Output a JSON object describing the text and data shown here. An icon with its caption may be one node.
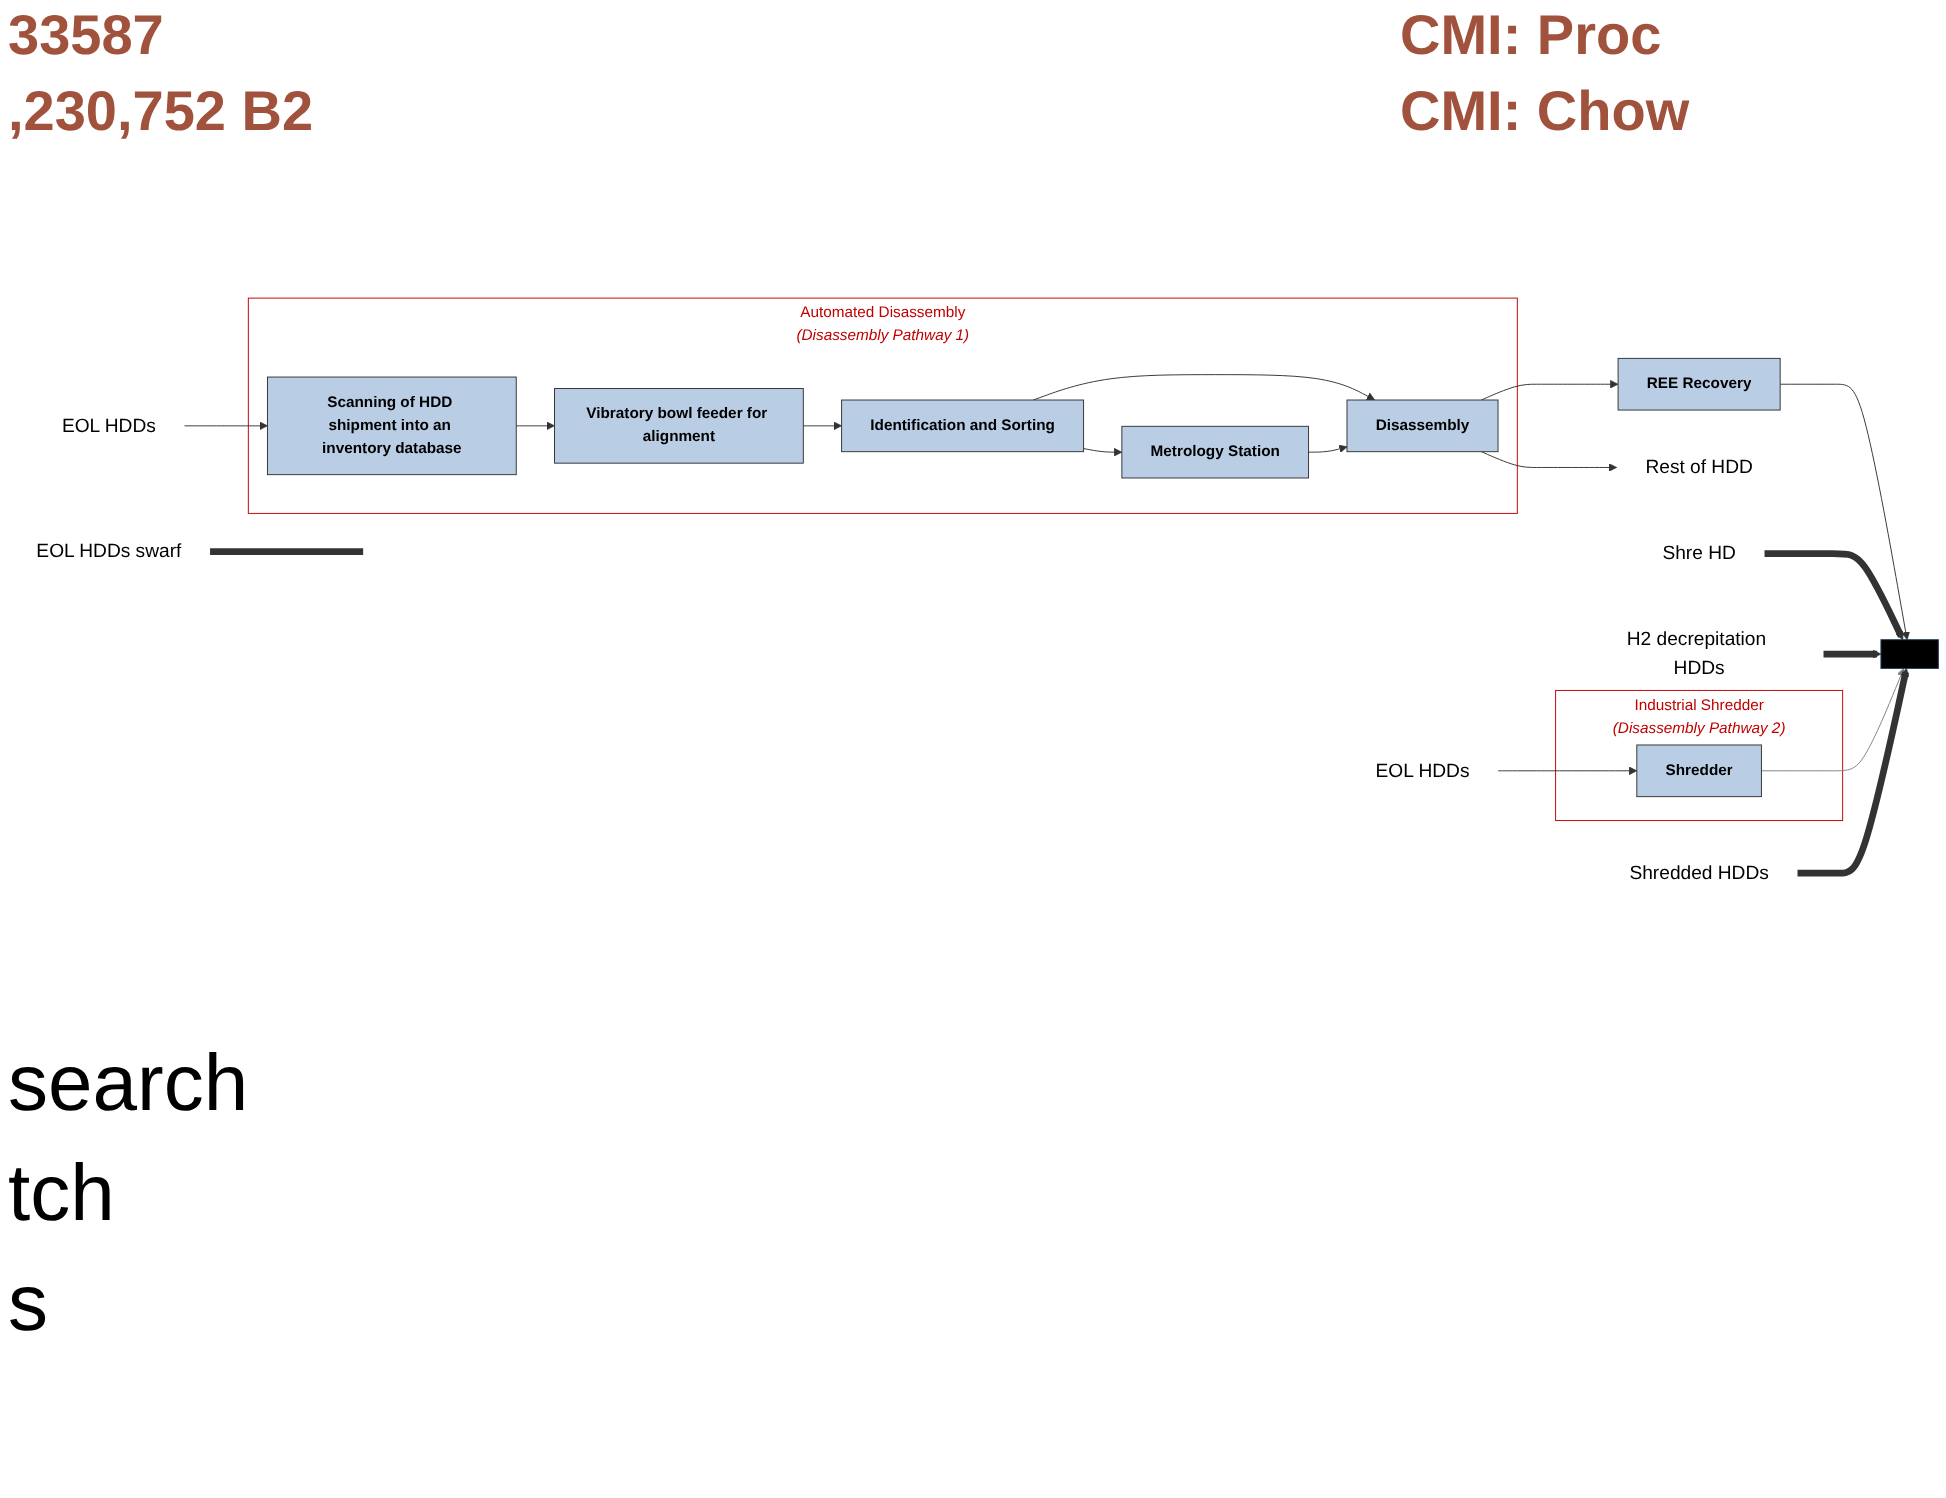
{
  "diagram": {
    "nodes": [
      {
        "text": [
          "EOL HDDs"
        ]
      },
      {
        "text": [
          "Automated Disassembly",
          "(Disassembly Pathway 1)"
        ]
      },
      {
        "text": [
          "Scanning of HDD shipment into an inventory database"
        ],
        "in": 1
      },
      {
        "text": [
          "Vibratory bowl feeder for alignment"
        ],
        "in": 1
      },
      {
        "text": [
          "Identification and Sorting"
        ],
        "in": 1
      },
      {
        "text": [
          "Disassembly"
        ],
        "in": 1
      },
      {
        "text": [
          "Metrology Station"
        ],
        "in": 1
      },
      {
        "text": [
          "Rest of HDD"
        ]
      },
      {
        "text": [
          "REE Recovery"
        ]
      },
      {
        "text": [
          "Shre HD"
        ]
      },
      {
        "text": [],
        "shape": "box"
      },
      {
        "text": [
          "H2 decrepitation HDDs"
        ]
      },
      {
        "text": [
          "Industrial Shredder",
          "(Disassembly Pathway 2)"
        ]
      },
      {
        "text": [
          "Shredder"
        ],
        "in": 12
      },
      {
        "text": [
          "EOL HDDs"
        ]
      },
      {
        "text": [
          "Shredded HDDs"
        ]
      },
      {
        "text": [
          "EOL HDDs swarf"
        ]
      }
    ],
    "edges": [
      {
        "from": 0,
        "to": 2,
        "arrow": "to"
      },
      {
        "from": 2,
        "to": 3,
        "arrow": "to"
      },
      {
        "from": 3,
        "to": 4,
        "arrow": "to"
      },
      {
        "from": 4,
        "to": 5,
        "arrow": "to"
      },
      {
        "from": 4,
        "to": 6,
        "arrow": "to"
      },
      {
        "from": 6,
        "to": 5,
        "arrow": "to"
      },
      {
        "from": 5,
        "to": 7,
        "arrow": "to"
      },
      {
        "from": 5,
        "to": 8,
        "arrow": "to"
      },
      {
        "from": 8,
        "to": 10,
        "arrow": "to"
      },
      {
        "from": 9,
        "to": 10,
        "arrow": "to",
        "style": "thick"
      },
      {
        "from": 11,
        "to": 10,
        "arrow": "to",
        "style": "thick"
      },
      {
        "from": 14,
        "to": 13,
        "arrow": "to"
      },
      {
        "from": 13,
        "to": 10,
        "arrow": "to",
        "color": "#7f7f7f"
      },
      {
        "from": 15,
        "to": 10,
        "arrow": "to",
        "style": "thick"
      },
      {
        "from": 16,
        "to": null,
        "arrow": "none",
        "style": "thick"
      }
    ],
    "labels": [
      "33587",
      ",230,752 B2",
      "CMI: Proc",
      "CMI: Chow",
      "search",
      "tch",
      "s"
    ]
  }
}
